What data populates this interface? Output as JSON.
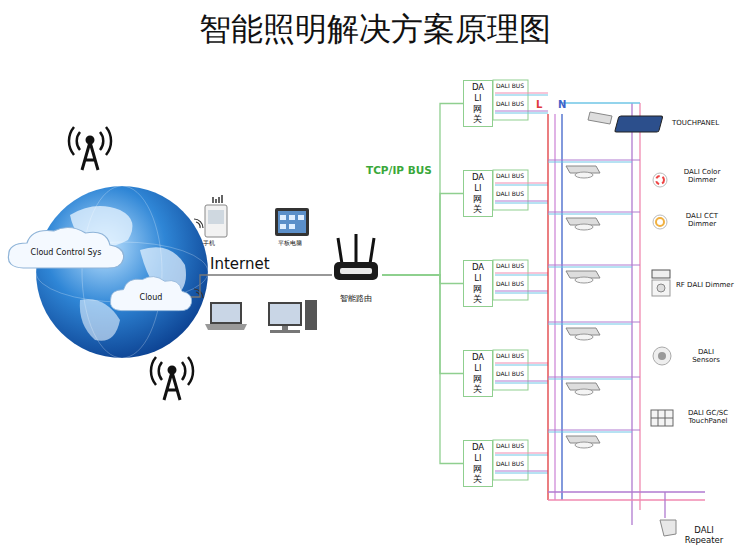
{
  "diagram": {
    "title": "智能照明解决方案原理图",
    "nodes": [
      {
        "text": [
          "Cloud Control Sys"
        ]
      },
      {
        "text": [
          "Cloud"
        ]
      },
      {
        "text": [
          "智能路由"
        ]
      },
      {
        "text": [
          "DALI 网关"
        ]
      },
      {
        "text": [
          "DALI 网关"
        ]
      },
      {
        "text": [
          "DALI 网关"
        ]
      },
      {
        "text": [
          "DALI 网关"
        ]
      },
      {
        "text": [
          "DALI 网关"
        ]
      }
    ],
    "edges": [
      {
        "from": 1,
        "to": 2,
        "label": "Internet",
        "arrow": "none"
      },
      {
        "from": 2,
        "to": 3,
        "arrow": "none"
      },
      {
        "from": 2,
        "to": 4,
        "arrow": "none"
      },
      {
        "from": 2,
        "to": 5,
        "arrow": "none"
      },
      {
        "from": 2,
        "to": 6,
        "arrow": "none"
      },
      {
        "from": 2,
        "to": 7,
        "arrow": "none"
      }
    ],
    "labels": [
      "手机",
      "平板电脑",
      "TCP/IP BUS",
      "DALI BUS",
      "DALI BUS",
      "DALI BUS",
      "DALI BUS",
      "DALI BUS",
      "DALI BUS",
      "DALI BUS",
      "DALI BUS",
      "DALI BUS",
      "DALI BUS",
      "L",
      "N",
      "TOUCHPANEL",
      "DALI Color Dimmer",
      "DALI CCT Dimmer",
      "RF DALI Dimmer",
      "DALI Sensors",
      "DALI GC/SC TouchPanel",
      "DALI Repeater"
    ]
  }
}
